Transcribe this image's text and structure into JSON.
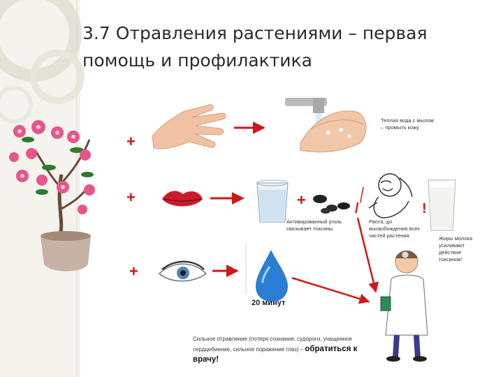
{
  "slide": {
    "title": "3.7 Отравления растениями – первая помощь и профилактика"
  },
  "rows": {
    "skin_plus": "+",
    "mouth_plus": "+",
    "eye_plus": "+",
    "charcoal_plus": "+"
  },
  "notes": {
    "skin_wash": "Теплая вода с мылом – промыть кожу",
    "charcoal": "Активированный уголь связывает токсины",
    "vomit": "Рвота, до высвобождения всех частей растения",
    "milk": "Жиры молока усиливают действие токсинов!",
    "eye_time": "20 минут",
    "severe_prefix": "Сильное отравление (потеря сознания, судороги, учащенное сердцебиение, сильное поражение глаз) – ",
    "severe_call": "обратиться к врачу!"
  },
  "marks": {
    "vomit_slash": "/",
    "milk_exclaim": "!"
  },
  "colors": {
    "accent_red": "#d01616",
    "title_text": "#2b2b2b",
    "water_blue": "#2a7fd4"
  },
  "icons": [
    "flower-pot-icon",
    "hand-icon",
    "washing-hands-icon",
    "lips-icon",
    "water-glass-icon",
    "charcoal-icon",
    "vomiting-man-icon",
    "milk-glass-icon",
    "eye-icon",
    "water-drop-icon",
    "doctor-icon"
  ]
}
